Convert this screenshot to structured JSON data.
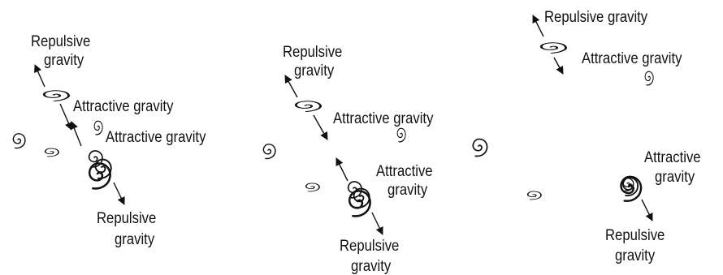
{
  "labels": {
    "repulsive": "Repulsive",
    "attractive": "Attractive",
    "gravity": "gravity",
    "attractive_gravity": "Attractive gravity",
    "repulsive_gravity": "Repulsive gravity"
  },
  "colors": {
    "ink": "#111111",
    "background": "#ffffff"
  }
}
